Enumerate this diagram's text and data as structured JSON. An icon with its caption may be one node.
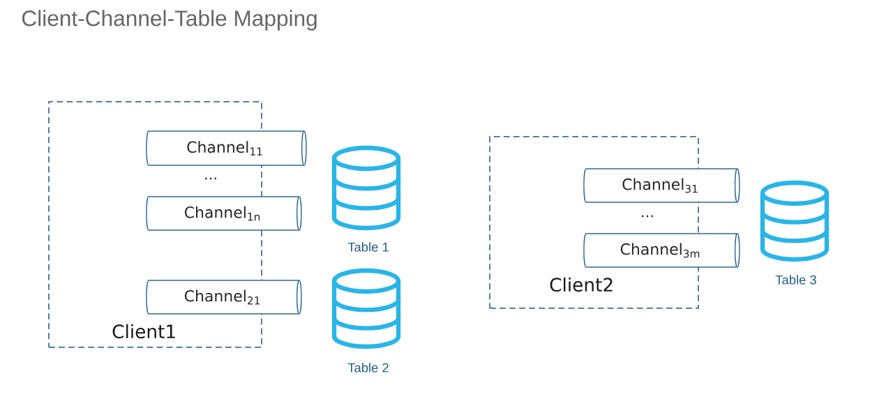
{
  "diagram": {
    "title": "Client-Channel-Table Mapping",
    "nodes": [
      {
        "text": [
          "Client1"
        ]
      },
      {
        "text": [
          "Channel$_{11}$"
        ]
      },
      {
        "text": [
          "Channel$_{1n}$"
        ]
      },
      {
        "text": [
          "Channel$_{21}$"
        ]
      },
      {
        "text": [
          "Table 1"
        ]
      },
      {
        "text": [
          "Table 2"
        ]
      },
      {
        "text": [
          "Client2"
        ]
      },
      {
        "text": [
          "Channel$_{31}$"
        ]
      },
      {
        "text": [
          "Channel$_{3m}$"
        ]
      },
      {
        "text": [
          "Table 3"
        ]
      }
    ],
    "labels": [
      "...",
      "..."
    ]
  }
}
